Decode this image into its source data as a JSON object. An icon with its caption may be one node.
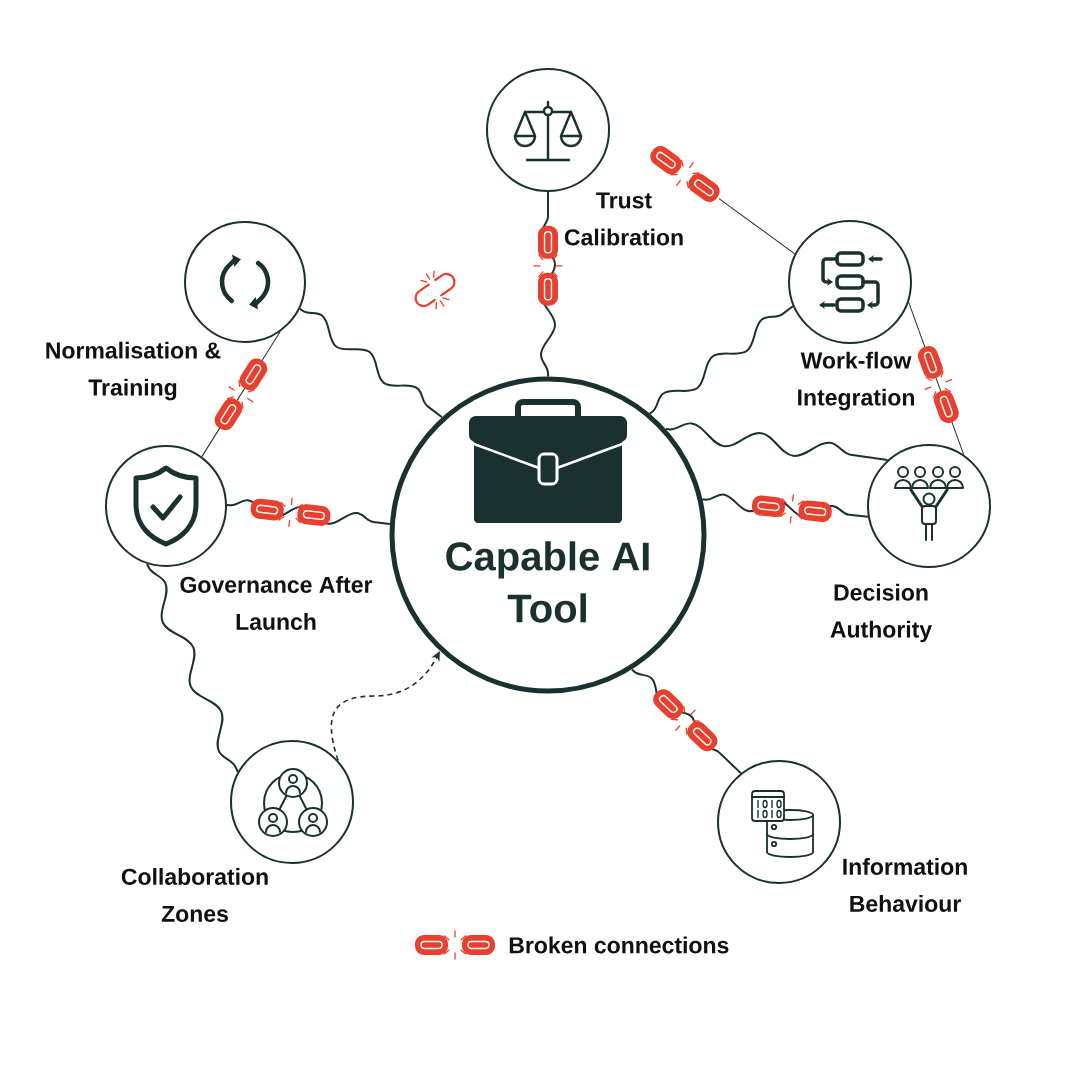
{
  "diagram": {
    "nodes": [
      {
        "text": [
          "Capable AI Tool"
        ]
      },
      {
        "text": [
          "Trust Calibration"
        ]
      },
      {
        "text": [
          "Work-flow Integration"
        ]
      },
      {
        "text": [
          "Decision Authority"
        ]
      },
      {
        "text": [
          "Information Behaviour"
        ]
      },
      {
        "text": [
          "Collaboration Zones"
        ]
      },
      {
        "text": [
          "Governance After Launch"
        ]
      },
      {
        "text": [
          "Normalisation & Training"
        ]
      },
      {
        "text": [],
        "shape": "chain"
      }
    ],
    "edges": [
      {
        "from": 0,
        "to": 1,
        "arrow": "none"
      },
      {
        "from": 0,
        "to": 2,
        "arrow": "none"
      },
      {
        "from": 0,
        "to": 3,
        "arrow": "none"
      },
      {
        "from": 0,
        "to": 3,
        "arrow": "none"
      },
      {
        "from": 0,
        "to": 4,
        "arrow": "none"
      },
      {
        "from": 6,
        "to": 5,
        "arrow": "none"
      },
      {
        "from": 5,
        "to": 0,
        "arrow": "to",
        "style": "dashed"
      },
      {
        "from": 6,
        "to": 0,
        "arrow": "none"
      },
      {
        "from": 7,
        "to": 0,
        "arrow": "none"
      },
      {
        "from": 7,
        "to": 6,
        "arrow": "none"
      },
      {
        "from": 2,
        "to": 3,
        "arrow": "none"
      },
      {
        "from": 8,
        "to": 2,
        "arrow": "none"
      }
    ],
    "legend": [
      {
        "text": "Broken connections"
      }
    ]
  }
}
